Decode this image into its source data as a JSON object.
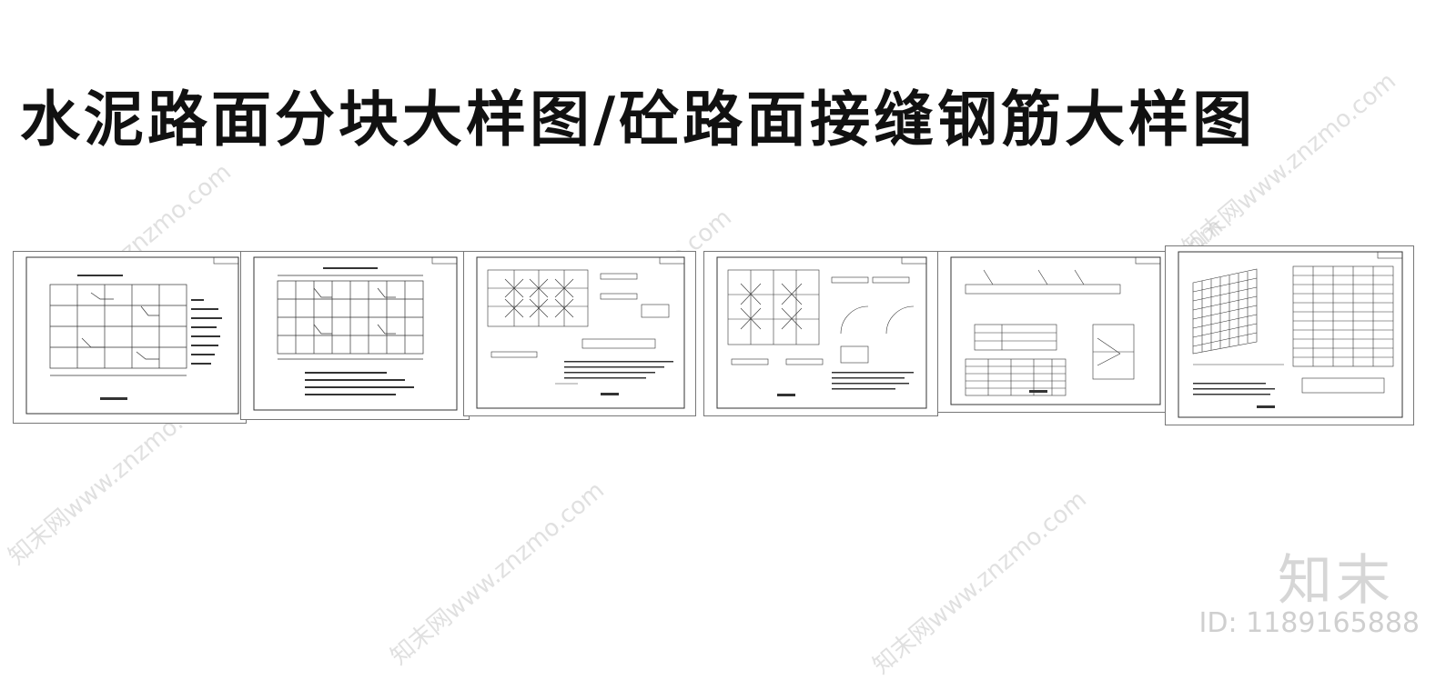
{
  "title": "水泥路面分块大样图/砼路面接缝钢筋大样图",
  "watermark": "知末网www.znzmo.com",
  "brand": "知末",
  "id_label": "ID: 1189165888",
  "colors": {
    "line": "#333333",
    "text": "#111111",
    "watermark": "#cccccc"
  }
}
